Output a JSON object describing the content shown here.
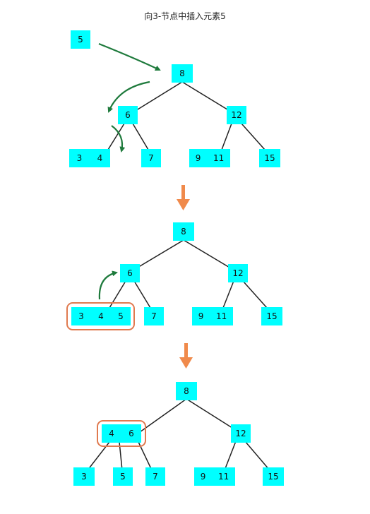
{
  "title": "向3-节点中插入元素5",
  "colors": {
    "node_fill": "#00FFFF",
    "edge": "#222222",
    "insert_arrow": "#1E7A3C",
    "step_arrow": "#F08A4B",
    "highlight_border": "#E07A4F"
  },
  "stage1": {
    "new_key": "5",
    "root": "8",
    "left": "6",
    "right": "12",
    "leaf_34": [
      "3",
      "4"
    ],
    "leaf_7": "7",
    "leaf_911": [
      "9",
      "11"
    ],
    "leaf_15": "15"
  },
  "stage2": {
    "root": "8",
    "left": "6",
    "right": "12",
    "leaf_345": [
      "3",
      "4",
      "5"
    ],
    "leaf_7": "7",
    "leaf_911": [
      "9",
      "11"
    ],
    "leaf_15": "15"
  },
  "stage3": {
    "root": "8",
    "left_46": [
      "4",
      "6"
    ],
    "right": "12",
    "leaf_3": "3",
    "leaf_5": "5",
    "leaf_7": "7",
    "leaf_911": [
      "9",
      "11"
    ],
    "leaf_15": "15"
  }
}
